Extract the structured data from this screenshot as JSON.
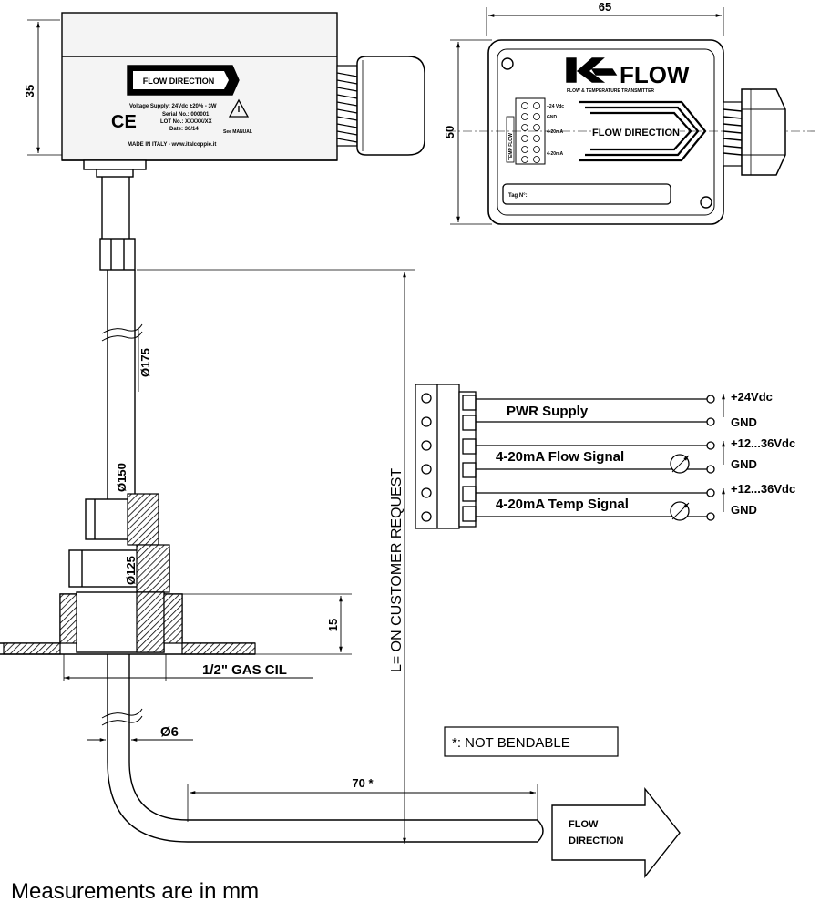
{
  "side_view": {
    "height_dim": "35",
    "label_flow_direction": "FLOW DIRECTION",
    "voltage_supply": "Voltage Supply: 24Vdc ±20% - 3W",
    "serial": "Serial No.: 000001",
    "lot": "LOT No.: XXXXX/XX",
    "date": "Date: 30/14",
    "see_manual": "See MANUAL",
    "made_in": "MADE IN ITALY - www.italcoppie.it",
    "ce_mark": "CE"
  },
  "top_view": {
    "width_dim": "65",
    "height_dim": "50",
    "brand": "FLOW",
    "brand_subtitle": "FLOW & TEMPERATURE TRANSMITTER",
    "arrow_text": "FLOW DIRECTION",
    "tag_label": "Tag N°:",
    "terminal_labels": [
      "+24 Vdc",
      "GND",
      "4-20mA",
      "4-20mA"
    ],
    "side_tag": "TEMP FLOW"
  },
  "probe": {
    "dim_175": "Ø175",
    "dim_150": "Ø150",
    "dim_125": "Ø125",
    "thread_height": "15",
    "thread_label": "1/2\" GAS CIL",
    "tube_diameter": "Ø6",
    "tip_length": "70 *",
    "length_label": "L= ON CUSTOMER REQUEST"
  },
  "wiring": {
    "pwr_label": "PWR Supply",
    "flow_label": "4-20mA Flow Signal",
    "temp_label": "4-20mA Temp Signal",
    "terminals": [
      "+24Vdc",
      "GND",
      "+12...36Vdc",
      "GND",
      "+12...36Vdc",
      "GND"
    ]
  },
  "note_not_bendable": "*: NOT BENDABLE",
  "flow_arrow": [
    "FLOW",
    "DIRECTION"
  ],
  "footer": "Measurements are in mm"
}
